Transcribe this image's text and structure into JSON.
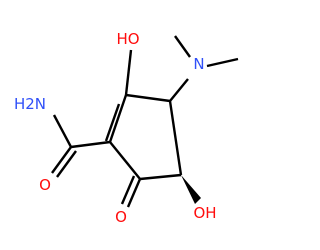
{
  "molecule": {
    "labels": {
      "oh_top": "HO",
      "nme2_n": "N",
      "amide_nh2": "H2N",
      "amide_o": "O",
      "ketone_o": "O",
      "oh_bottom": "OH"
    },
    "colors": {
      "bond": "#000000",
      "oxygen": "#ff0d0d",
      "nitrogen": "#3050f8"
    }
  }
}
